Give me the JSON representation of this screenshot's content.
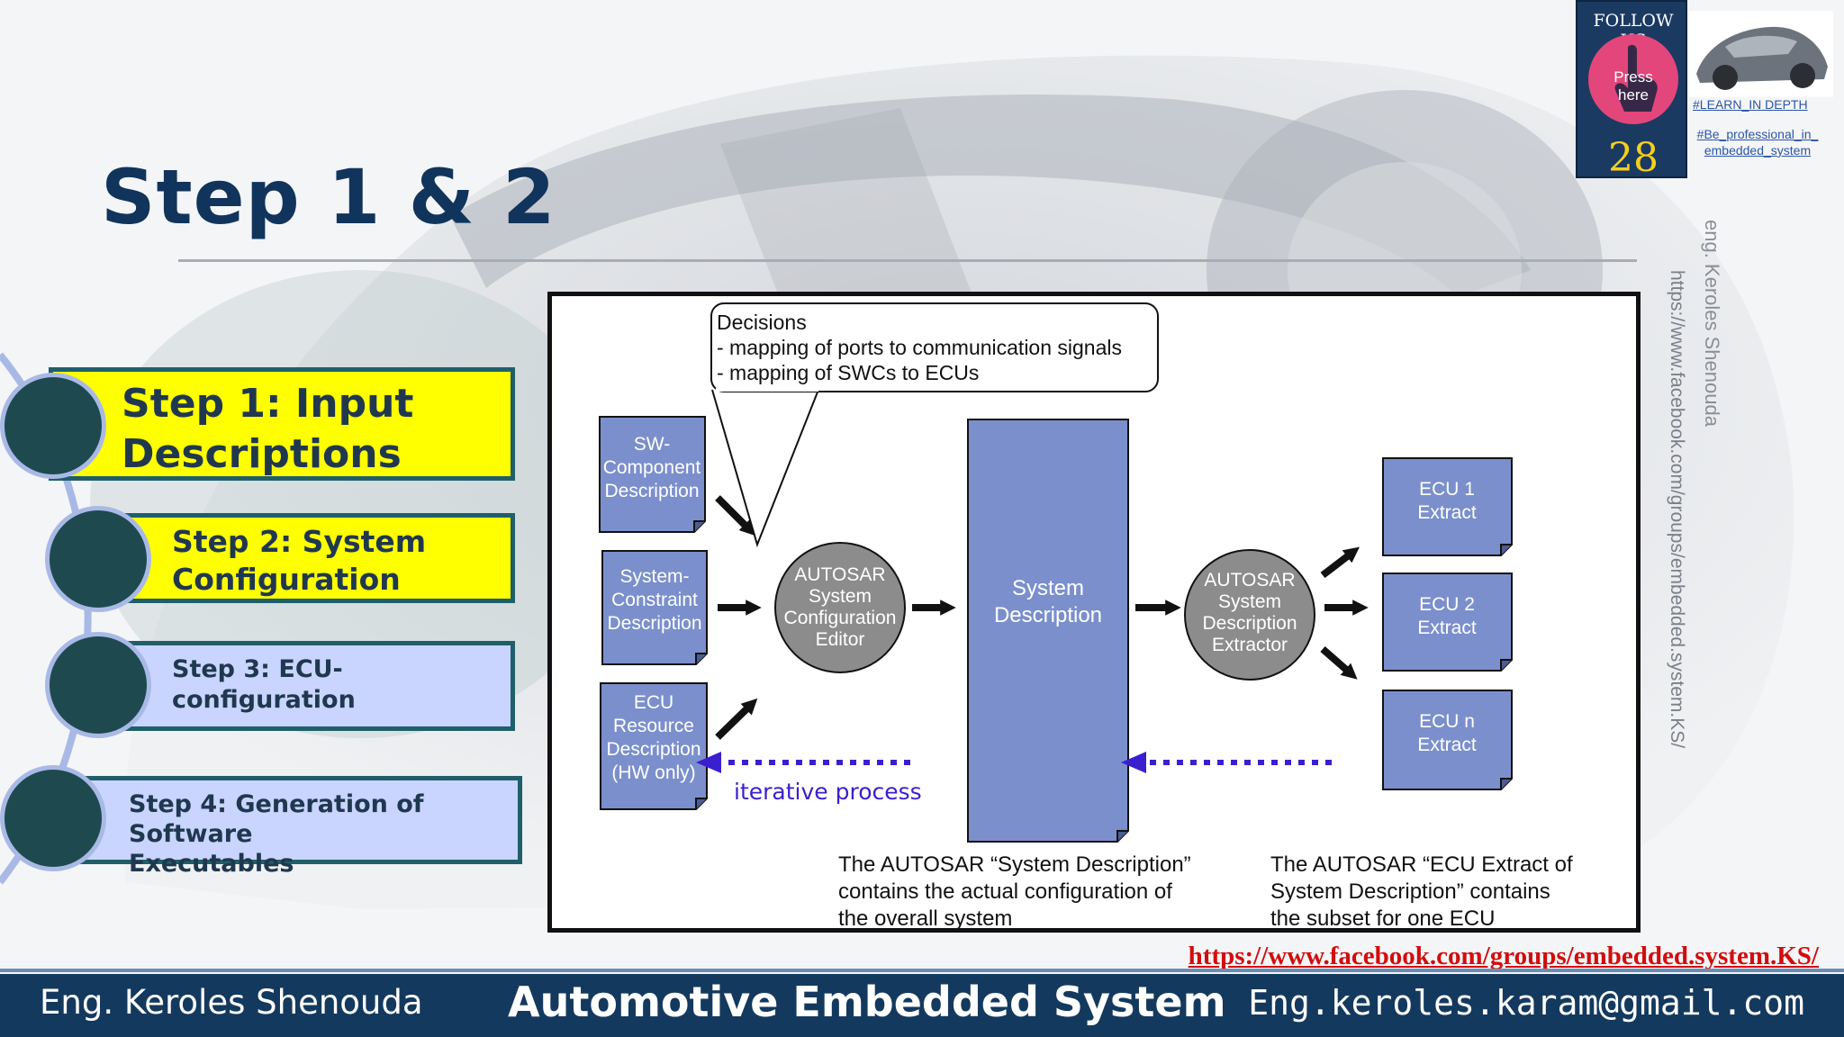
{
  "slide": {
    "title": "Step 1 & 2",
    "steps": [
      {
        "label_line1": "Step 1: Input",
        "label_line2": "Descriptions",
        "color": "#ffff00"
      },
      {
        "label_line1": "Step 2: System",
        "label_line2": "Configuration",
        "color": "#ffff00"
      },
      {
        "label_line1": "Step 3: ECU-configuration",
        "label_line2": "",
        "color": "#c9d5ff"
      },
      {
        "label_line1": "Step 4: Generation of Software",
        "label_line2": "Executables",
        "color": "#c9d5ff"
      }
    ]
  },
  "diagram": {
    "decisions": [
      "Decisions",
      "- mapping of ports to communication signals",
      "- mapping of SWCs to ECUs"
    ],
    "inputs": [
      [
        "SW-",
        "Component",
        "Description"
      ],
      [
        "System-",
        "Constraint",
        "Description"
      ],
      [
        "ECU",
        "Resource",
        "Description",
        "(HW only)"
      ]
    ],
    "editor": [
      "AUTOSAR",
      "System",
      "Configuration",
      "Editor"
    ],
    "system_description": [
      "System",
      "Description"
    ],
    "extractor": [
      "AUTOSAR",
      "System",
      "Description",
      "Extractor"
    ],
    "ecus": [
      [
        "ECU 1",
        "Extract"
      ],
      [
        "ECU 2",
        "Extract"
      ],
      [
        "ECU n",
        "Extract"
      ]
    ],
    "iterative": "iterative process",
    "caption_left": [
      "The AUTOSAR “System Description”",
      "contains the actual configuration of",
      "the overall system"
    ],
    "caption_right": [
      "The AUTOSAR “ECU Extract of",
      "System Description” contains",
      "the subset for one ECU"
    ],
    "colors": {
      "box": "#7b8fcc",
      "ellipse": "#8c8c8c",
      "dotted_arrow": "#3a1fd0"
    }
  },
  "badge": {
    "follow": "FOLLOW US",
    "press": [
      "Press",
      "here"
    ],
    "page_number": "28",
    "learn": "#LEARN_IN DEPTH",
    "be_pro": [
      "#Be_professional_in_",
      "embedded_system"
    ]
  },
  "side_text": {
    "author_vertical": "eng. Keroles Shenouda",
    "url_vertical": "https://www.facebook.com/groups/embedded.system.KS/"
  },
  "links": {
    "facebook": "https://www.facebook.com/groups/embedded.system.KS/"
  },
  "footer": {
    "name": "Eng. Keroles Shenouda",
    "center": "Automotive Embedded System",
    "email": "Eng.keroles.karam@gmail.com"
  }
}
